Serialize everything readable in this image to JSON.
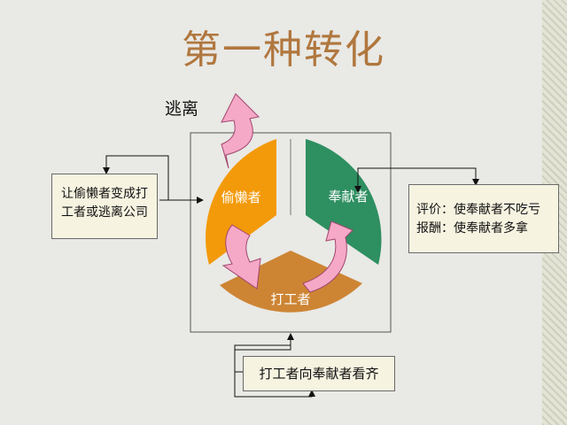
{
  "title": "第一种转化",
  "escape_label": "逃离",
  "segments": {
    "lazy": "偷懒者",
    "contributor": "奉献者",
    "worker": "打工者"
  },
  "left_box": [
    "让偷懒者变成打",
    "工者或逃离公司"
  ],
  "right_box": [
    "评价：使奉献者不吃亏",
    "报酬：使奉献者多拿"
  ],
  "bottom_box": "打工者向奉献者看齐",
  "colors": {
    "lazy": "#f39a0a",
    "contributor": "#2e8f61",
    "worker": "#cd8534",
    "arrow": "#f5a9c7",
    "title": "#b0773e"
  }
}
